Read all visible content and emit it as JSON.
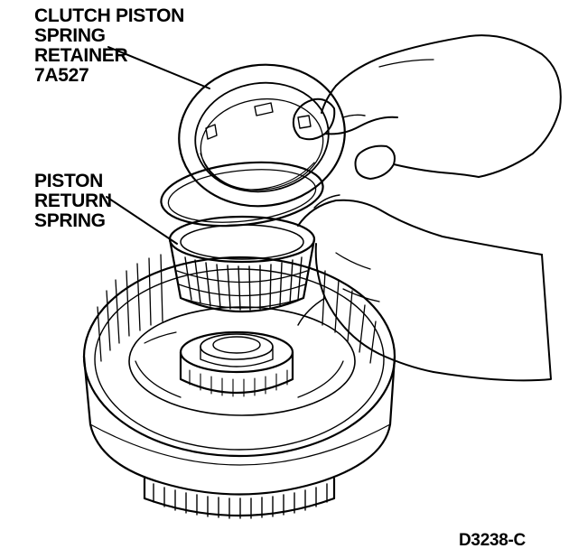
{
  "callouts": [
    {
      "lines": [
        "CLUTCH PISTON",
        "SPRING",
        "RETAINER",
        "7A527"
      ]
    },
    {
      "lines": [
        "PISTON",
        "RETURN",
        "SPRING"
      ]
    }
  ],
  "figure_code": "D3238-C",
  "colors": {
    "ink": "#000000",
    "paper": "#ffffff"
  }
}
